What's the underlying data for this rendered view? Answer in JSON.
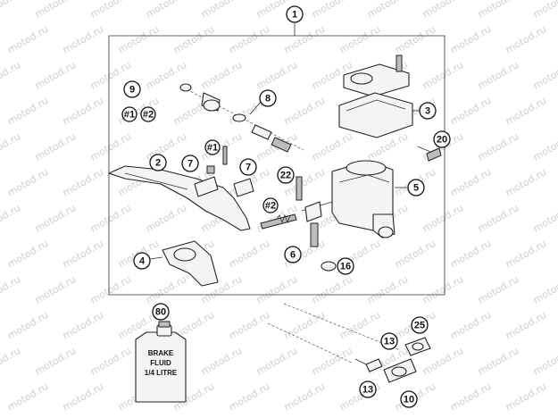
{
  "watermark": "motod.ru",
  "callouts": [
    {
      "id": "c1",
      "label": "1"
    },
    {
      "id": "c2",
      "label": "2"
    },
    {
      "id": "c3",
      "label": "3"
    },
    {
      "id": "c4",
      "label": "4"
    },
    {
      "id": "c5",
      "label": "5"
    },
    {
      "id": "c6",
      "label": "6"
    },
    {
      "id": "c7a",
      "label": "7"
    },
    {
      "id": "c7b",
      "label": "7"
    },
    {
      "id": "c8",
      "label": "8"
    },
    {
      "id": "c9",
      "label": "9"
    },
    {
      "id": "c9a",
      "label": "#1"
    },
    {
      "id": "c9b",
      "label": "#2"
    },
    {
      "id": "c1b",
      "label": "#1"
    },
    {
      "id": "c2b",
      "label": "#2"
    },
    {
      "id": "c10",
      "label": "10"
    },
    {
      "id": "c13a",
      "label": "13"
    },
    {
      "id": "c13b",
      "label": "13"
    },
    {
      "id": "c16",
      "label": "16"
    },
    {
      "id": "c20",
      "label": "20"
    },
    {
      "id": "c22",
      "label": "22"
    },
    {
      "id": "c25",
      "label": "25"
    },
    {
      "id": "c80",
      "label": "80"
    }
  ],
  "bottle": {
    "line1": "BRAKE",
    "line2": "FLUID",
    "line3": "1/4 LITRE"
  }
}
